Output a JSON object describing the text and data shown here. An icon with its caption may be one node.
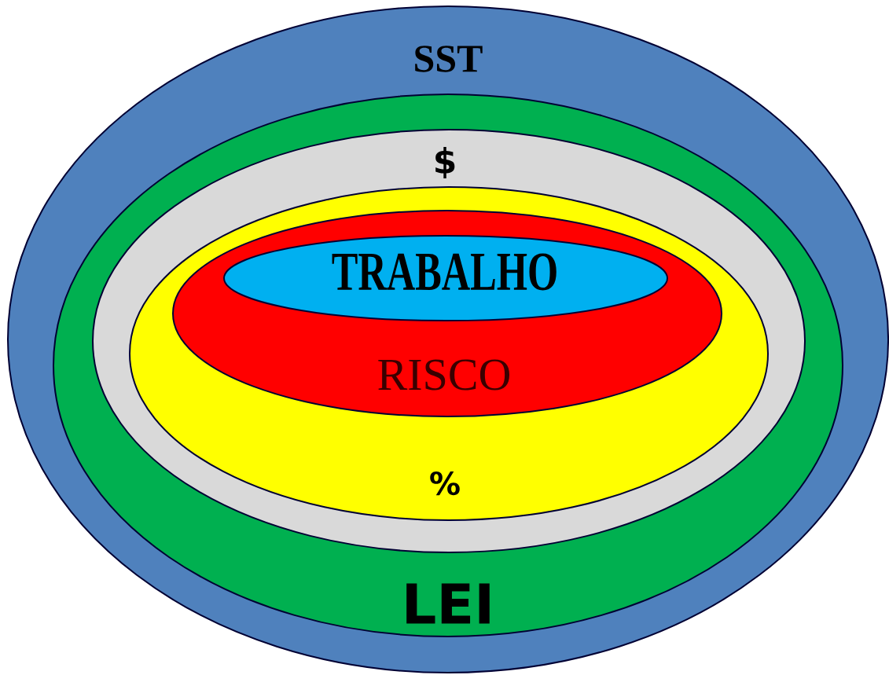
{
  "diagram": {
    "nodes": [
      {
        "text": [
          "SST"
        ]
      },
      {
        "text": [
          "LEI"
        ],
        "in": 0
      },
      {
        "text": [
          "$"
        ],
        "in": 1
      },
      {
        "text": [
          "%"
        ],
        "in": 2
      },
      {
        "text": [
          "RISCO"
        ],
        "in": 3
      },
      {
        "text": [
          "TRABALHO"
        ],
        "in": 4
      }
    ]
  }
}
